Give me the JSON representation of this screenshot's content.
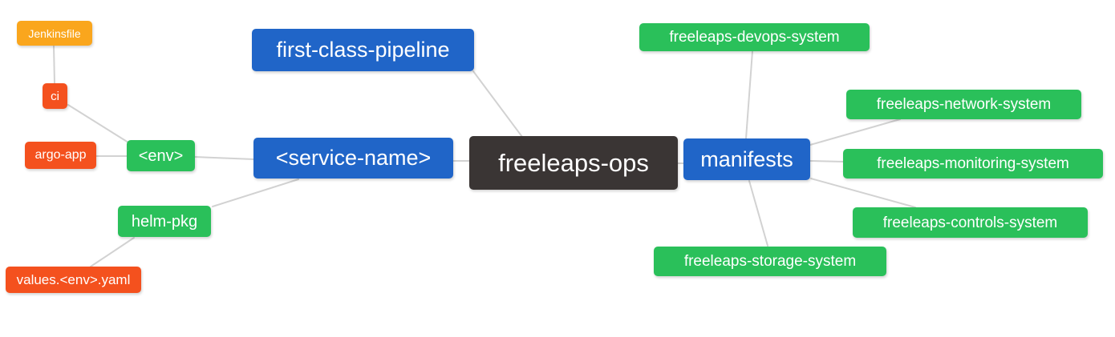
{
  "colors": {
    "root_node": "#3a3534",
    "branch_node": "#2065c8",
    "leaf_green": "#2ac05a",
    "leaf_orange": "#faa61d",
    "leaf_red": "#f4511e",
    "edge_line": "#d2d2d2",
    "node_text": "#ffffff",
    "background": "#ffffff"
  },
  "nodes": {
    "root": {
      "label": "freeleaps-ops"
    },
    "pipeline": {
      "label": "first-class-pipeline"
    },
    "service": {
      "label": "<service-name>"
    },
    "manifests": {
      "label": "manifests"
    },
    "env": {
      "label": "<env>"
    },
    "helm_pkg": {
      "label": "helm-pkg"
    },
    "jenkinsfile": {
      "label": "Jenkinsfile"
    },
    "ci": {
      "label": "ci"
    },
    "argo_app": {
      "label": "argo-app"
    },
    "values_yaml": {
      "label": "values.<env>.yaml"
    },
    "devops": {
      "label": "freeleaps-devops-system"
    },
    "network": {
      "label": "freeleaps-network-system"
    },
    "monitoring": {
      "label": "freeleaps-monitoring-system"
    },
    "controls": {
      "label": "freeleaps-controls-system"
    },
    "storage": {
      "label": "freeleaps-storage-system"
    }
  },
  "edges": [
    {
      "from": "Jenkinsfile",
      "to": "ci"
    },
    {
      "from": "ci",
      "to": "<env>"
    },
    {
      "from": "argo-app",
      "to": "<env>"
    },
    {
      "from": "<env>",
      "to": "<service-name>"
    },
    {
      "from": "helm-pkg",
      "to": "<service-name>"
    },
    {
      "from": "helm-pkg",
      "to": "values.<env>.yaml"
    },
    {
      "from": "first-class-pipeline",
      "to": "freeleaps-ops"
    },
    {
      "from": "<service-name>",
      "to": "freeleaps-ops"
    },
    {
      "from": "freeleaps-ops",
      "to": "manifests"
    },
    {
      "from": "manifests",
      "to": "freeleaps-devops-system"
    },
    {
      "from": "manifests",
      "to": "freeleaps-network-system"
    },
    {
      "from": "manifests",
      "to": "freeleaps-monitoring-system"
    },
    {
      "from": "manifests",
      "to": "freeleaps-controls-system"
    },
    {
      "from": "manifests",
      "to": "freeleaps-storage-system"
    }
  ]
}
